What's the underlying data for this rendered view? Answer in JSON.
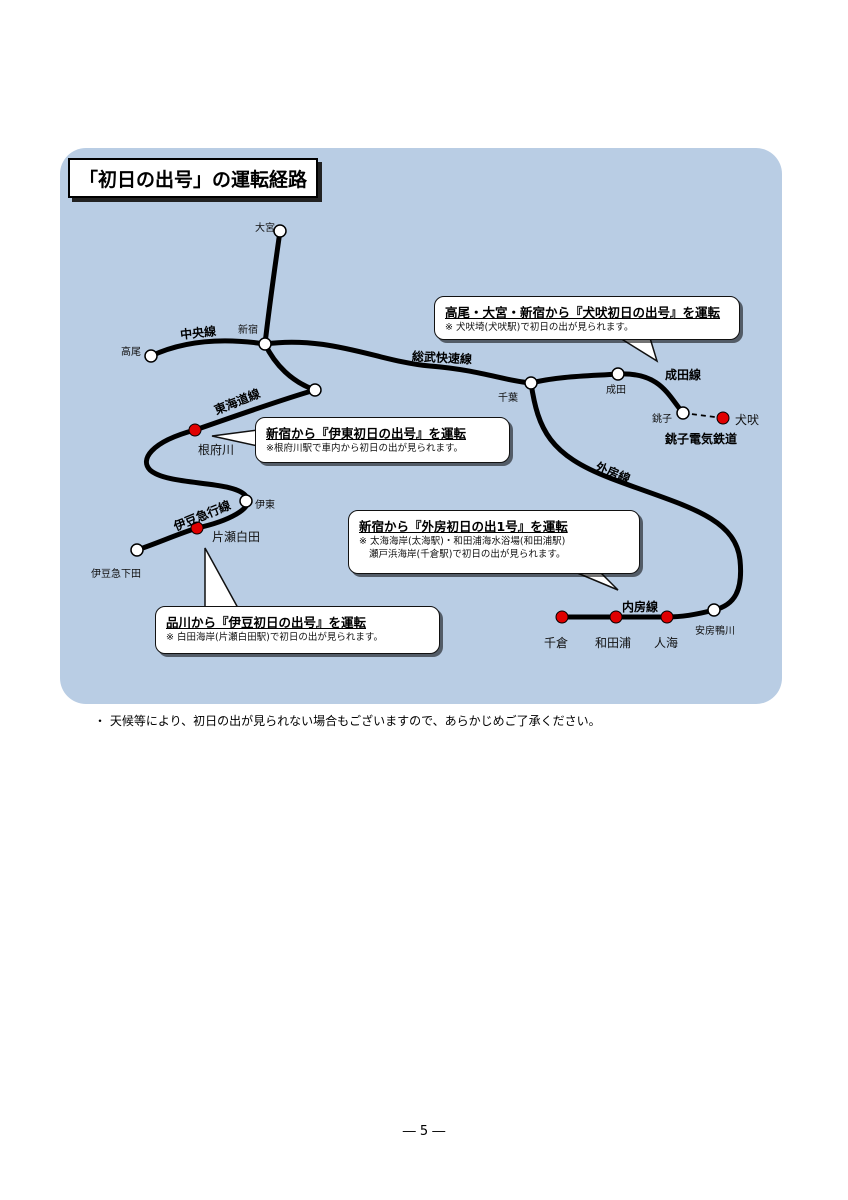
{
  "title": "「初日の出号」の運転経路",
  "colors": {
    "map_bg": "#b9cde4",
    "route_line": "#000000",
    "station_white": "#ffffff",
    "station_red": "#e00000"
  },
  "stations": {
    "omiya": "大宮",
    "shinjuku": "新宿",
    "takao": "高尾",
    "chiba": "千葉",
    "narita": "成田",
    "choshi": "銚子",
    "inubo": "犬吠",
    "nebukawa": "根府川",
    "ito": "伊東",
    "katasekita": "片瀬白田",
    "izukyu_shimoda": "伊豆急下田",
    "awa_kamogawa": "安房鴨川",
    "chikura": "千倉",
    "wadaura": "和田浦",
    "ama": "人海"
  },
  "lines": {
    "chuo": "中央線",
    "sobu_rapid": "総武快速線",
    "narita": "成田線",
    "choshi_dentetsu": "銚子電気鉄道",
    "tokaido": "東海道線",
    "sotobo": "外房線",
    "izukyu": "伊豆急行線",
    "uchibo": "内房線"
  },
  "callouts": {
    "inubo": {
      "title": "高尾・大宮・新宿から『犬吠初日の出号』を運転",
      "notes": [
        "※ 犬吠埼(犬吠駅)で初日の出が見られます。"
      ]
    },
    "ito": {
      "title": "新宿から『伊東初日の出号』を運転",
      "notes": [
        "※根府川駅で車内から初日の出が見られます。"
      ]
    },
    "sotobo": {
      "title": "新宿から『外房初日の出1号』を運転",
      "notes": [
        "※ 太海海岸(太海駅)・和田浦海水浴場(和田浦駅)",
        "瀬戸浜海岸(千倉駅)で初日の出が見られます。"
      ]
    },
    "izu": {
      "title": "品川から『伊豆初日の出号』を運転",
      "notes": [
        "※ 白田海岸(片瀬白田駅)で初日の出が見られます。"
      ]
    }
  },
  "footnote": "・ 天候等により、初日の出が見られない場合もございますので、あらかじめご了承ください。",
  "page_number": "― 5 ―"
}
